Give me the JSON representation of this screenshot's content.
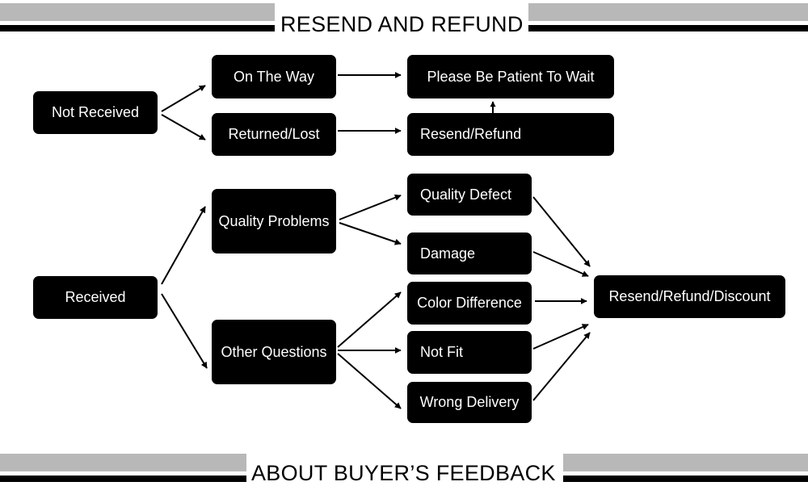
{
  "header": {
    "title": "RESEND AND REFUND"
  },
  "footer": {
    "title": "ABOUT BUYER’S FEEDBACK"
  },
  "nodes": {
    "not_received": "Not Received",
    "on_the_way": "On The Way",
    "returned_lost": "Returned/Lost",
    "please_wait": "Please Be Patient To Wait",
    "resend_refund": "Resend/Refund",
    "received": "Received",
    "quality_problems": "Quality Problems",
    "other_questions": "Other Questions",
    "quality_defect": "Quality Defect",
    "damage": "Damage",
    "color_difference": "Color Difference",
    "not_fit": "Not Fit",
    "wrong_delivery": "Wrong Delivery",
    "resend_refund_discount": "Resend/Refund/Discount"
  },
  "colors": {
    "box": "#000000",
    "box_text": "#ffffff",
    "stripe_gray": "#b8b8b8",
    "stripe_black": "#000000"
  }
}
